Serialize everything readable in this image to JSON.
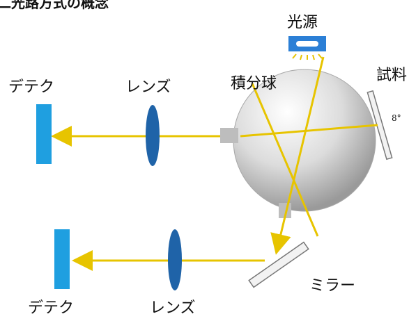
{
  "title": "二光路方式の概念",
  "labels": {
    "light_source": "光源",
    "integrating_sphere": "積分球",
    "sample": "試料",
    "angle": "8°",
    "mirror": "ミラー",
    "detector_top": "デテク",
    "lens_top": "レンズ",
    "detector_bottom": "デテク",
    "lens_bottom": "レンズ"
  },
  "colors": {
    "beam": "#e7c400",
    "detector": "#1f9fe0",
    "lens": "#1f63a8",
    "light_source": "#2b7fd6",
    "sphere": "#d9d9d9"
  }
}
